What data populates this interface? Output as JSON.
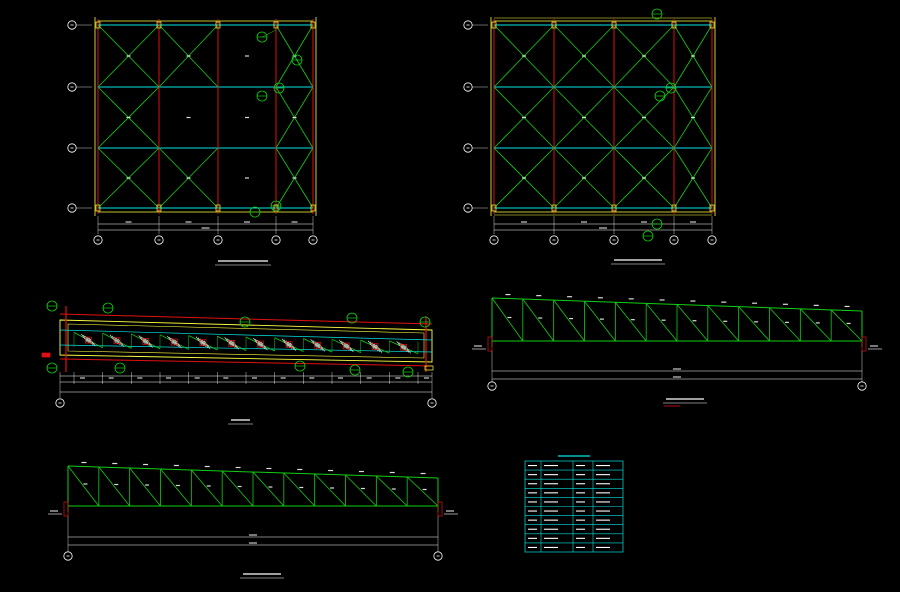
{
  "colors": {
    "background": "#000000",
    "column": "#e01010",
    "beam": "#00e5e5",
    "bracing": "#10d010",
    "outline": "#ffff40",
    "text": "#ffffff",
    "table": "#00e5e5"
  },
  "drawings": [
    {
      "id": "plan-left",
      "type": "bracing-plan"
    },
    {
      "id": "plan-right",
      "type": "bracing-plan"
    },
    {
      "id": "elevation-main",
      "type": "truss-elevation"
    },
    {
      "id": "elevation-right",
      "type": "truss-elevation"
    },
    {
      "id": "elevation-bottom",
      "type": "truss-elevation"
    }
  ],
  "member_table": {
    "rows": 9,
    "cols": 4
  }
}
